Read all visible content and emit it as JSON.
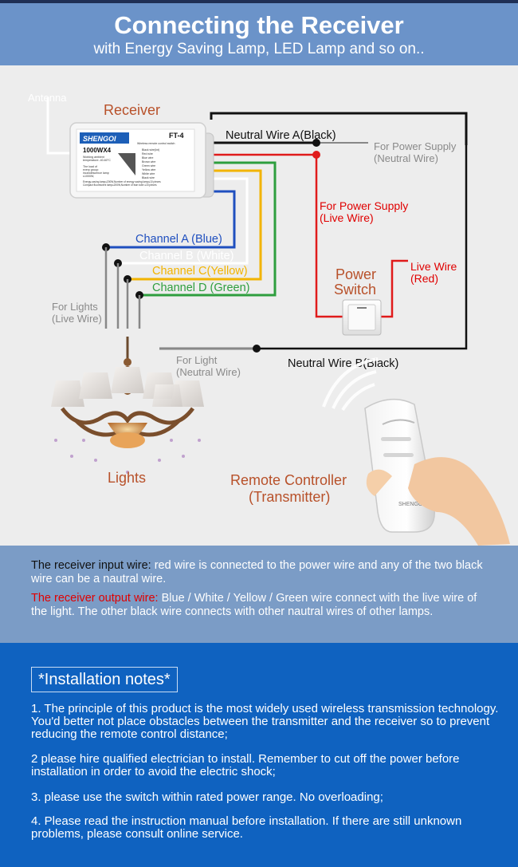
{
  "header": {
    "title": "Connecting the Receiver",
    "subtitle": "with Energy Saving  Lamp, LED Lamp and so on.."
  },
  "diagram": {
    "antenna_label": "Antenna",
    "receiver_label": "Receiver",
    "receiver_device": {
      "brand": "SHENGOI",
      "model": "FT-4",
      "rating": "1000WX4",
      "subtitle": "Wireless remote control switch",
      "specs": [
        "Working ambient",
        "temperature:-40-60°C",
        "The load of",
        "every group:",
        "incandescence lamp",
        "≤1000W,",
        "Energy-saving lamp≤200W,Number of energy saving lamp≤10 pieces",
        "Compact fluorescent lamp≤200W,Number of twin tube ≤15 pieces"
      ],
      "terminals": [
        "Black wire(Int)",
        "Red wire",
        "Blue wire",
        "Brown wire",
        "Green wire",
        "Yellow wire",
        "White wire",
        "Black wire"
      ]
    },
    "labels": {
      "neutral_a": "Neutral Wire  A(Black)",
      "power_supply_neutral_1": "For Power Supply",
      "power_supply_neutral_2": "(Neutral Wire)",
      "power_supply_live_1": "For Power Supply",
      "power_supply_live_2": "(Live Wire)",
      "channel_a": "Channel A (Blue)",
      "channel_b": "Channel B (White)",
      "channel_c": "Channel C(Yellow)",
      "channel_d": "Channel D (Green)",
      "power_switch_1": "Power",
      "power_switch_2": "Switch",
      "live_wire_red_1": "Live Wire",
      "live_wire_red_2": "(Red)",
      "for_lights_1": "For Lights",
      "for_lights_2": "(Live Wire)",
      "for_light_neutral_1": "For Light",
      "for_light_neutral_2": "(Neutral Wire)",
      "neutral_b": "Neutral Wire  B(Black)",
      "lights": "Lights",
      "remote_1": "Remote Controller",
      "remote_2": "(Transmitter)",
      "remote_brand": "SHENGOI"
    },
    "colors": {
      "blue_wire": "#1f4fbf",
      "white_wire": "#ffffff",
      "yellow_wire": "#f2b400",
      "green_wire": "#2e9e3e",
      "red_wire": "#e01b1b",
      "black_wire": "#111111",
      "label_brown": "#b8512a",
      "label_red": "#e00000"
    }
  },
  "wire_info": {
    "input_key": "The receiver input wire:",
    "input_text": " red wire is connected to the power wire and any of the two black wire can be a nautral wire.",
    "output_key": "The receiver output wire:",
    "output_text": " Blue / White / Yellow / Green wire connect with the live wire of the light. The other black wire connects with other nautral wires of other lamps."
  },
  "notes": {
    "title": "*Installation notes*",
    "items": [
      "1. The principle of this product is the most widely used wireless transmission technology. You'd better not  place obstacles between the transmitter and the receiver so to prevent reducing the remote control distance;",
      "2 please hire qualified electrician to install. Remember to cut off the power before installation in order to avoid the electric shock;",
      "3. please use the switch within rated power range. No overloading;",
      "4. Please read the instruction manual before installation.  If there are still unknown problems, please consult online service."
    ]
  }
}
